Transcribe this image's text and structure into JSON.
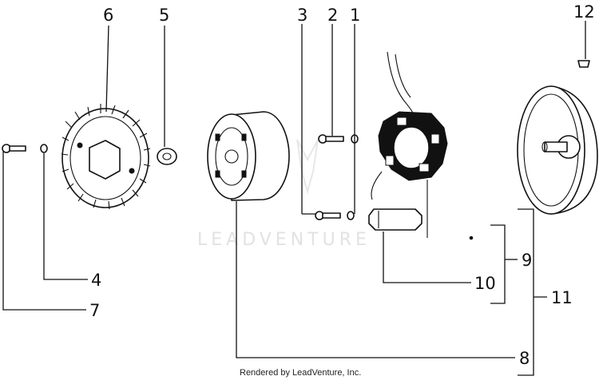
{
  "callouts": [
    {
      "id": "c1",
      "label": "1"
    },
    {
      "id": "c2",
      "label": "2"
    },
    {
      "id": "c3",
      "label": "3"
    },
    {
      "id": "c4",
      "label": "4"
    },
    {
      "id": "c5",
      "label": "5"
    },
    {
      "id": "c6",
      "label": "6"
    },
    {
      "id": "c7",
      "label": "7"
    },
    {
      "id": "c8",
      "label": "8"
    },
    {
      "id": "c9",
      "label": "9"
    },
    {
      "id": "c10",
      "label": "10"
    },
    {
      "id": "c11",
      "label": "11"
    },
    {
      "id": "c12",
      "label": "12"
    }
  ],
  "watermark": "LEADVENTURE",
  "credit": "Rendered by LeadVenture, Inc."
}
